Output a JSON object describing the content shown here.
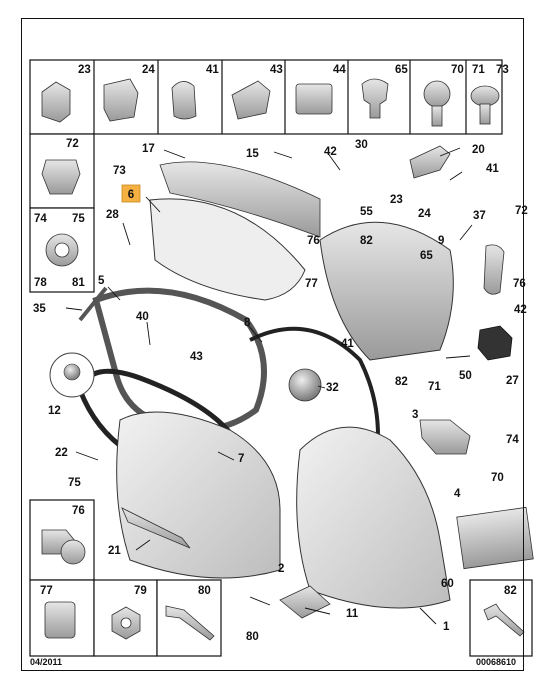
{
  "header_cells": [
    "23",
    "24",
    "41",
    "43",
    "44",
    "65",
    "70",
    "71",
    "73"
  ],
  "left_cells": [
    {
      "labels": [
        "72"
      ]
    },
    {
      "labels": [
        "74",
        "75",
        "78",
        "81"
      ]
    }
  ],
  "bottom_left_cells": [
    {
      "labels": [
        "76"
      ]
    },
    {
      "labels": [
        "77"
      ]
    },
    {
      "labels": [
        "79"
      ]
    },
    {
      "labels": [
        "80"
      ]
    }
  ],
  "right_cells": [
    {
      "labels": [
        "82"
      ]
    }
  ],
  "highlighted_callout": "6",
  "callouts": [
    {
      "id": "c17",
      "text": "17"
    },
    {
      "id": "c73",
      "text": "73"
    },
    {
      "id": "c28",
      "text": "28"
    },
    {
      "id": "c5",
      "text": "5"
    },
    {
      "id": "c35",
      "text": "35"
    },
    {
      "id": "c40",
      "text": "40"
    },
    {
      "id": "c12",
      "text": "12"
    },
    {
      "id": "c43",
      "text": "43"
    },
    {
      "id": "c8",
      "text": "8"
    },
    {
      "id": "c32",
      "text": "32"
    },
    {
      "id": "c7",
      "text": "7"
    },
    {
      "id": "c22",
      "text": "22"
    },
    {
      "id": "c75",
      "text": "75"
    },
    {
      "id": "c21",
      "text": "21"
    },
    {
      "id": "c2",
      "text": "2"
    },
    {
      "id": "c15",
      "text": "15"
    },
    {
      "id": "c42a",
      "text": "42"
    },
    {
      "id": "c30",
      "text": "30"
    },
    {
      "id": "c20",
      "text": "20"
    },
    {
      "id": "c41a",
      "text": "41"
    },
    {
      "id": "c23",
      "text": "23"
    },
    {
      "id": "c24",
      "text": "24"
    },
    {
      "id": "c55",
      "text": "55"
    },
    {
      "id": "c37",
      "text": "37"
    },
    {
      "id": "c72",
      "text": "72"
    },
    {
      "id": "c76a",
      "text": "76"
    },
    {
      "id": "c82a",
      "text": "82"
    },
    {
      "id": "c9",
      "text": "9"
    },
    {
      "id": "c65",
      "text": "65"
    },
    {
      "id": "c76b",
      "text": "76"
    },
    {
      "id": "c77",
      "text": "77"
    },
    {
      "id": "c42b",
      "text": "42"
    },
    {
      "id": "c41b",
      "text": "41"
    },
    {
      "id": "c82b",
      "text": "82"
    },
    {
      "id": "c50",
      "text": "50"
    },
    {
      "id": "c27",
      "text": "27"
    },
    {
      "id": "c71",
      "text": "71"
    },
    {
      "id": "c3",
      "text": "3"
    },
    {
      "id": "c74",
      "text": "74"
    },
    {
      "id": "c70",
      "text": "70"
    },
    {
      "id": "c4",
      "text": "4"
    },
    {
      "id": "c60",
      "text": "60"
    },
    {
      "id": "c11",
      "text": "11"
    },
    {
      "id": "c80",
      "text": "80"
    },
    {
      "id": "c1",
      "text": "1"
    }
  ],
  "footer": {
    "date": "04/2011",
    "reference": "00068610"
  },
  "colors": {
    "line": "#111111",
    "panel_fill": "#dcdcdc",
    "glass_fill": "#eeeeee",
    "highlight": "#f5b042"
  }
}
